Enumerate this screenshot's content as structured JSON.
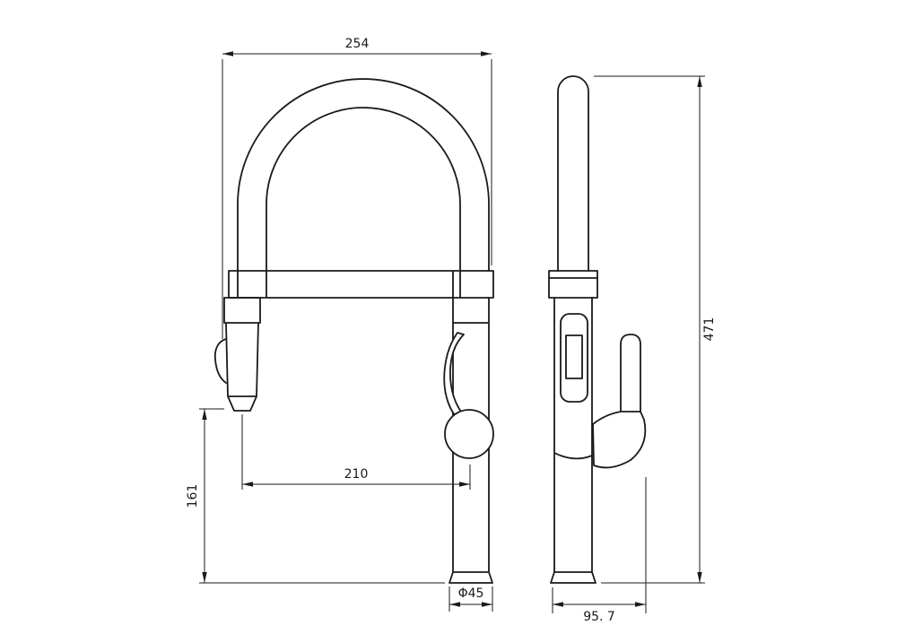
{
  "drawing": {
    "type": "technical-dimension-drawing",
    "subject": "kitchen pull-down faucet, front and side orthographic views",
    "background_color": "#ffffff",
    "line_color": "#1a1a1a",
    "dims": {
      "top_width": "254",
      "overall_height": "471",
      "spray_clearance": "161",
      "spout_reach": "210",
      "base_diameter": "Φ45",
      "body_depth": "95. 7"
    }
  }
}
